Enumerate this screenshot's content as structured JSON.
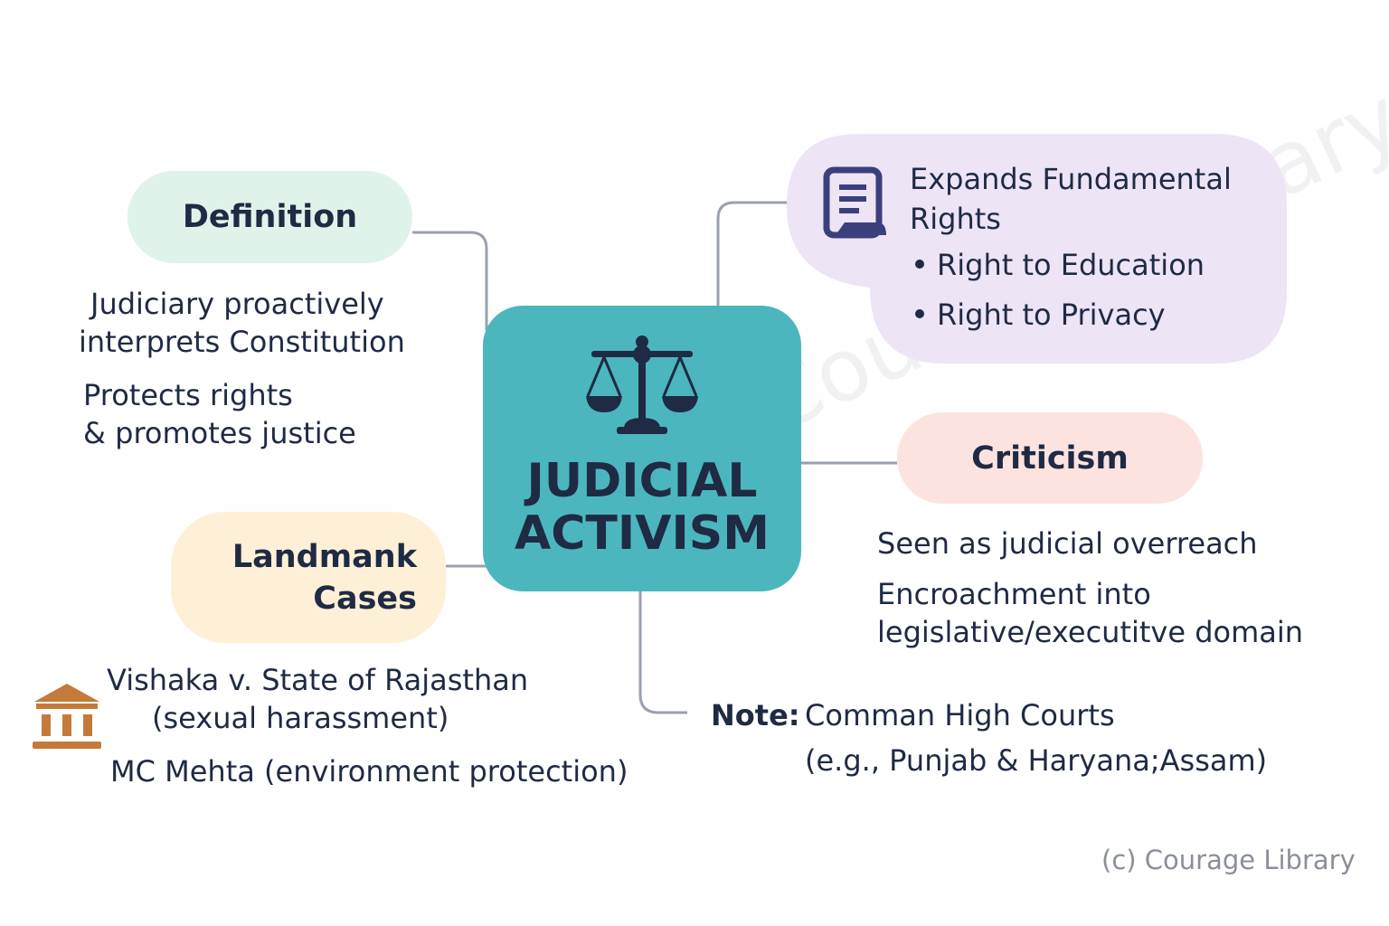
{
  "center": {
    "title_line1": "JUDICIAL",
    "title_line2": "ACTIVISM",
    "icon": "scales-of-justice-icon"
  },
  "definition": {
    "label": "Definition",
    "point1_line1": "Judiciary proactively",
    "point1_line2": "interprets Constitution",
    "point2_line1": "Protects rights",
    "point2_line2": "& promotes justice"
  },
  "rights": {
    "title_line1": "Expands Fundamental",
    "title_line2": "Rights",
    "items": [
      "Right to Education",
      "Right to Privacy"
    ],
    "icon": "document-icon"
  },
  "criticism": {
    "label": "Criticism",
    "point1": "Seen as judicial overreach",
    "point2_line1": "Encroachment into",
    "point2_line2": "legislative/executitve domain"
  },
  "cases": {
    "label_line1": "Landmank",
    "label_line2": "Cases",
    "case1_line1": "Vishaka v. State of Rajasthan",
    "case1_line2": "(sexual harassment)",
    "case2": "MC Mehta (environment protection)",
    "icon": "courthouse-icon"
  },
  "note": {
    "label": "Note:",
    "line1": "Comman High Courts",
    "line2": "(e.g., Punjab & Haryana;Assam)"
  },
  "watermark": "Courage Library",
  "copyright": "(c) Courage Library",
  "colors": {
    "center": "#4cb6bf",
    "definition": "#dff3ea",
    "rights": "#ede4f5",
    "criticism": "#fde3df",
    "cases": "#fdf0d6",
    "icon_orange": "#c47a3a",
    "icon_navy": "#3b3f7c",
    "text": "#1f2a44",
    "connector": "#9aa0ad"
  }
}
